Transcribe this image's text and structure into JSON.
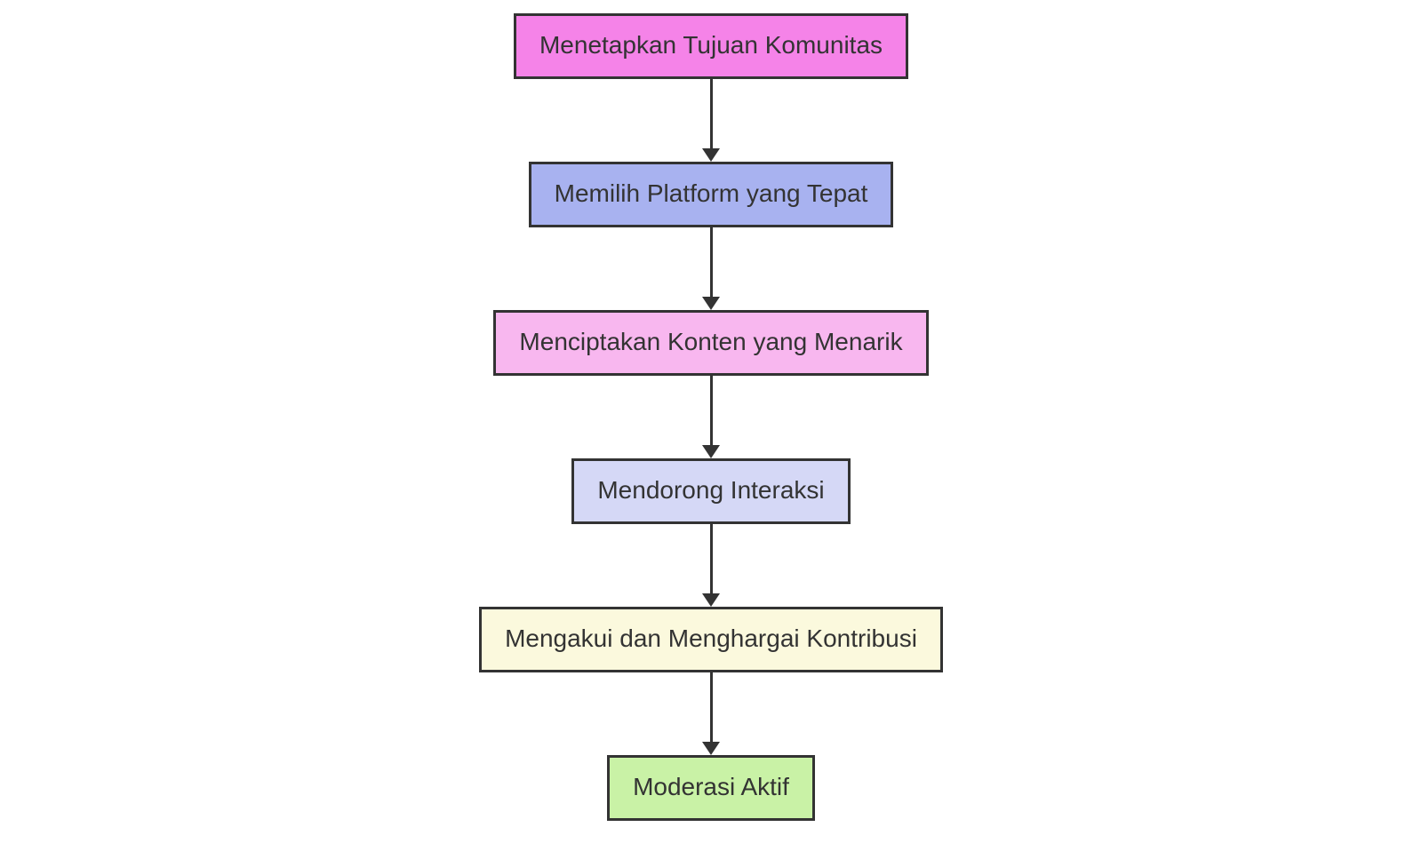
{
  "diagram": {
    "type": "flowchart",
    "direction": "top-down",
    "background": "#ffffff",
    "text_color": "#333333",
    "border_color": "#333333",
    "arrow_color": "#333333",
    "nodes": [
      {
        "id": "step-1",
        "label": "Menetapkan Tujuan Komunitas",
        "fill": "#f583e8",
        "stroke": "#333333"
      },
      {
        "id": "step-2",
        "label": "Memilih Platform yang Tepat",
        "fill": "#a8b2f0",
        "stroke": "#333333"
      },
      {
        "id": "step-3",
        "label": "Menciptakan Konten yang Menarik",
        "fill": "#f8b7ef",
        "stroke": "#333333"
      },
      {
        "id": "step-4",
        "label": "Mendorong Interaksi",
        "fill": "#d5d8f6",
        "stroke": "#333333"
      },
      {
        "id": "step-5",
        "label": "Mengakui dan Menghargai Kontribusi",
        "fill": "#fbf9dd",
        "stroke": "#333333"
      },
      {
        "id": "step-6",
        "label": "Moderasi Aktif",
        "fill": "#c9f2a6",
        "stroke": "#333333"
      }
    ],
    "edges": [
      {
        "from": "step-1",
        "to": "step-2"
      },
      {
        "from": "step-2",
        "to": "step-3"
      },
      {
        "from": "step-3",
        "to": "step-4"
      },
      {
        "from": "step-4",
        "to": "step-5"
      },
      {
        "from": "step-5",
        "to": "step-6"
      }
    ]
  }
}
